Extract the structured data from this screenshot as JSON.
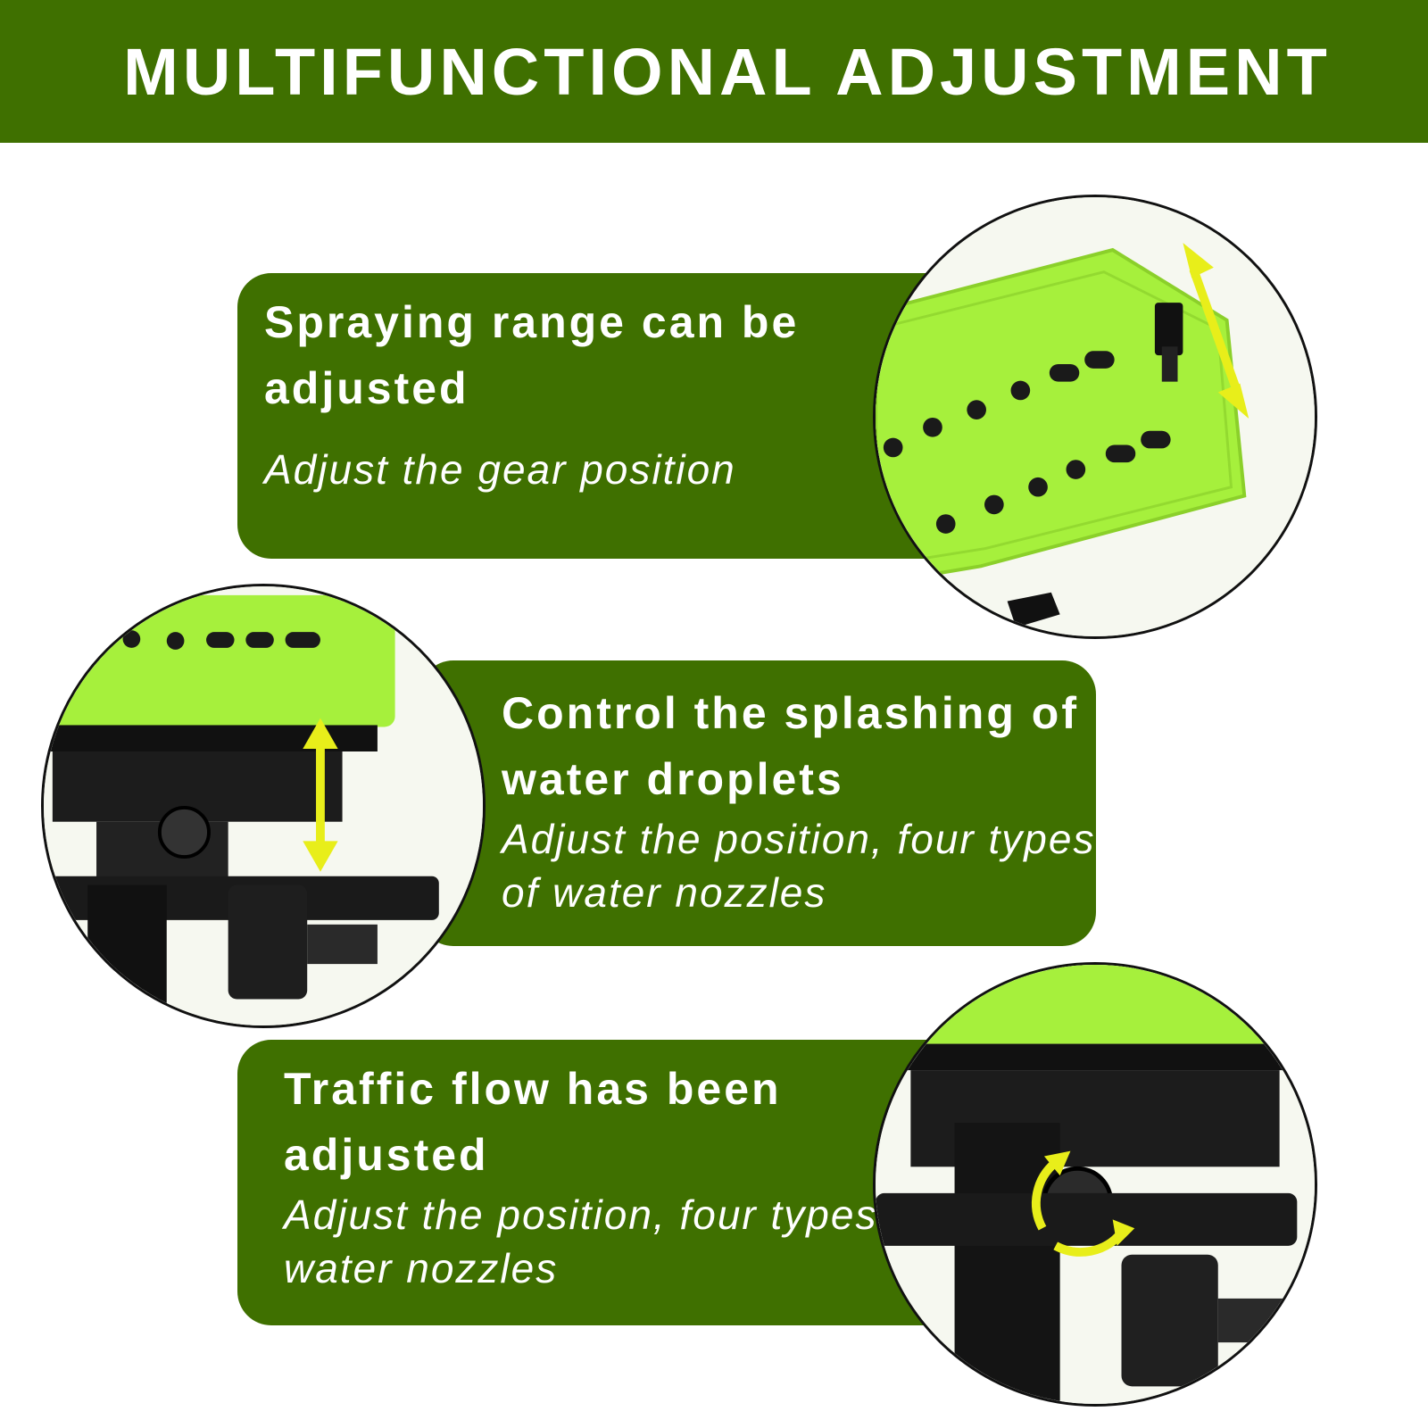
{
  "banner": {
    "title": "MULTIFUNCTIONAL ADJUSTMENT"
  },
  "colors": {
    "brand_green": "#3f7000",
    "product_green": "#a6f03c",
    "arrow_yellow": "#e8ee1a"
  },
  "features": [
    {
      "title": "Spraying range can be adjusted",
      "subtitle": "Adjust the gear position"
    },
    {
      "title": "Control the splashing of water droplets",
      "subtitle": "Adjust the position, four types of water nozzles"
    },
    {
      "title": "Traffic flow has been adjusted",
      "subtitle": "Adjust the position, four types of water nozzles"
    }
  ]
}
